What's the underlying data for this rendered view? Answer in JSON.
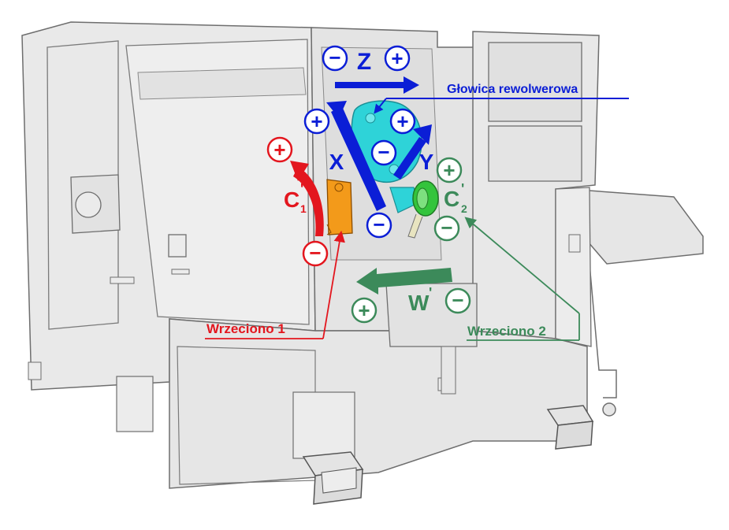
{
  "colors": {
    "machine_fill": "#e8e8e8",
    "machine_fill_dark": "#d6d6d6",
    "machine_stroke": "#6e6e6e",
    "axis_blue": "#0b1ed6",
    "turret_cyan": "#2ed3d8",
    "spindle1_orange": "#f39a1a",
    "spindle1_red": "#e3161e",
    "spindle2_green": "#3c8a5a",
    "spindle2_bright": "#34c43c",
    "sign_white": "#ffffff"
  },
  "labels": {
    "turret": "Głowica rewolwerowa",
    "spindle1": "Wrzeciono 1",
    "spindle2": "Wrzeciono 2"
  },
  "axes": {
    "z": {
      "letter": "Z",
      "minus": "−",
      "plus": "+"
    },
    "x": {
      "letter": "X",
      "minus": "−",
      "plus": "+"
    },
    "y": {
      "letter": "Y",
      "minus": "−",
      "plus": "+"
    },
    "c1": {
      "letter": "C",
      "prime": "'",
      "sub": "1",
      "minus": "−",
      "plus": "+"
    },
    "c2": {
      "letter": "C",
      "prime": "'",
      "sub": "2",
      "minus": "−",
      "plus": "+"
    },
    "w": {
      "letter": "W",
      "prime": "'",
      "minus": "−",
      "plus": "+"
    }
  },
  "icons": {
    "machine": "cnc-lathe-illustration",
    "turret": "turret-head-icon",
    "spindle1": "spindle-chuck-icon",
    "spindle2": "sub-spindle-icon",
    "pedal": "foot-pedal-icon"
  }
}
